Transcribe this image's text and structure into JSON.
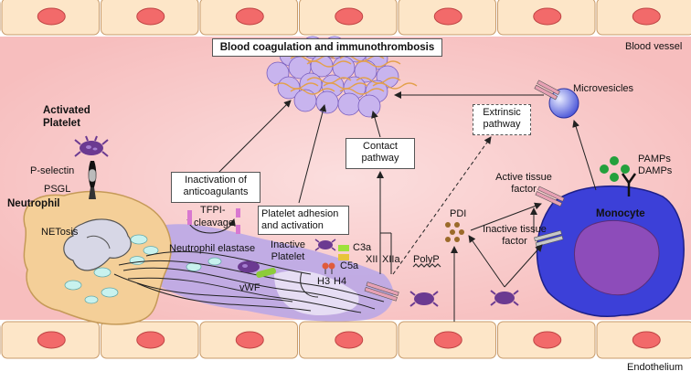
{
  "title": "Blood coagulation and immunothrombosis",
  "regions": {
    "vessel": "Blood vessel",
    "endothelium": "Endothelium"
  },
  "labels": {
    "activated_platelet": "Activated Platelet",
    "p_selectin": "P-selectin",
    "psgl": "PSGL",
    "neutrophil": "Neutrophil",
    "netosis": "NETosis",
    "inactivation_anticoag": "Inactivation of anticoagulants",
    "tfpi": "TFPI-",
    "tfpi2": "cleavage",
    "neutrophil_elastase": "Neutrophil elastase",
    "platelet_adhesion": "Platelet adhesion and activation",
    "inactive_platelet": "Inactive Platelet",
    "vwf": "vWF",
    "h3": "H3",
    "h4": "H4",
    "c3a": "C3a",
    "c5a": "C5a",
    "xii": "XII",
    "xiia": "XIIa",
    "contact_pathway": "Contact pathway",
    "extrinsic_pathway": "Extrinsic pathway",
    "polyp": "PolyP",
    "pdi": "PDI",
    "microvesicles": "Microvesicles",
    "active_tf": "Active tissue factor",
    "inactive_tf": "Inactive tissue factor",
    "pamps": "PAMPs",
    "damps": "DAMPs",
    "monocyte": "Monocyte"
  },
  "colors": {
    "vessel_bg": "#f8c2c2",
    "cell_fill": "#fde6c8",
    "cell_nucleus": "#f26a6a",
    "neutrophil": "#f5cf95",
    "platelet_purple": "#6b3a91",
    "monocyte": "#3b3fd6",
    "monocyte_nucleus": "#8a4bb8",
    "net_lavender": "#b9a9e6",
    "clot": "#c8b4ee"
  }
}
